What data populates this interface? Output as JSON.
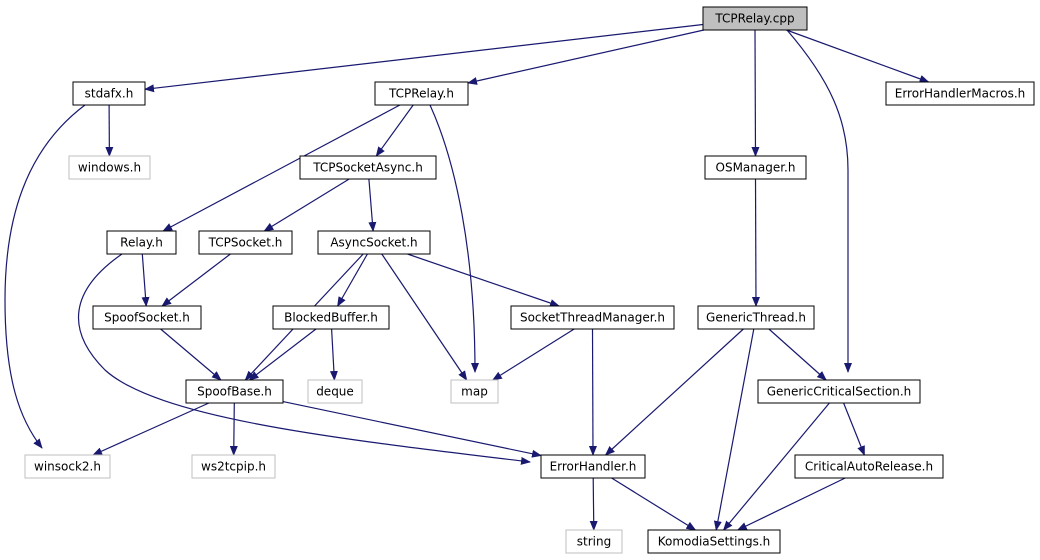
{
  "colors": {
    "edge": "#191970",
    "root_fill": "#bfbfbf",
    "node_border": "#000000",
    "external_border": "#bfbfbf",
    "external_text": "#000000"
  },
  "nodes": [
    {
      "id": "tcprelay_cpp",
      "label": "TCPRelay.cpp",
      "kind": "root"
    },
    {
      "id": "stdafx_h",
      "label": "stdafx.h",
      "kind": "file"
    },
    {
      "id": "tcprelay_h",
      "label": "TCPRelay.h",
      "kind": "file"
    },
    {
      "id": "errorhandlermacros_h",
      "label": "ErrorHandlerMacros.h",
      "kind": "file"
    },
    {
      "id": "windows_h",
      "label": "windows.h",
      "kind": "external"
    },
    {
      "id": "tcpsocketasync_h",
      "label": "TCPSocketAsync.h",
      "kind": "file"
    },
    {
      "id": "osmanager_h",
      "label": "OSManager.h",
      "kind": "file"
    },
    {
      "id": "relay_h",
      "label": "Relay.h",
      "kind": "file"
    },
    {
      "id": "tcpsocket_h",
      "label": "TCPSocket.h",
      "kind": "file"
    },
    {
      "id": "asyncsocket_h",
      "label": "AsyncSocket.h",
      "kind": "file"
    },
    {
      "id": "spoofsocket_h",
      "label": "SpoofSocket.h",
      "kind": "file"
    },
    {
      "id": "blockedbuffer_h",
      "label": "BlockedBuffer.h",
      "kind": "file"
    },
    {
      "id": "socketthreadmanager_h",
      "label": "SocketThreadManager.h",
      "kind": "file"
    },
    {
      "id": "genericthread_h",
      "label": "GenericThread.h",
      "kind": "file"
    },
    {
      "id": "spoofbase_h",
      "label": "SpoofBase.h",
      "kind": "file"
    },
    {
      "id": "deque",
      "label": "deque",
      "kind": "external"
    },
    {
      "id": "map",
      "label": "map",
      "kind": "external"
    },
    {
      "id": "genericcriticalsection_h",
      "label": "GenericCriticalSection.h",
      "kind": "file"
    },
    {
      "id": "winsock2_h",
      "label": "winsock2.h",
      "kind": "external"
    },
    {
      "id": "ws2tcpip_h",
      "label": "ws2tcpip.h",
      "kind": "external"
    },
    {
      "id": "errorhandler_h",
      "label": "ErrorHandler.h",
      "kind": "file"
    },
    {
      "id": "criticalautorelease_h",
      "label": "CriticalAutoRelease.h",
      "kind": "file"
    },
    {
      "id": "string",
      "label": "string",
      "kind": "external"
    },
    {
      "id": "komodiasettings_h",
      "label": "KomodiaSettings.h",
      "kind": "file"
    }
  ],
  "edges": [
    {
      "from": "tcprelay_cpp",
      "to": "stdafx_h"
    },
    {
      "from": "tcprelay_cpp",
      "to": "tcprelay_h"
    },
    {
      "from": "tcprelay_cpp",
      "to": "osmanager_h"
    },
    {
      "from": "tcprelay_cpp",
      "to": "genericcriticalsection_h"
    },
    {
      "from": "tcprelay_cpp",
      "to": "errorhandlermacros_h"
    },
    {
      "from": "stdafx_h",
      "to": "windows_h"
    },
    {
      "from": "stdafx_h",
      "to": "winsock2_h"
    },
    {
      "from": "tcprelay_h",
      "to": "relay_h"
    },
    {
      "from": "tcprelay_h",
      "to": "tcpsocketasync_h"
    },
    {
      "from": "tcprelay_h",
      "to": "map"
    },
    {
      "from": "tcpsocketasync_h",
      "to": "tcpsocket_h"
    },
    {
      "from": "tcpsocketasync_h",
      "to": "asyncsocket_h"
    },
    {
      "from": "relay_h",
      "to": "spoofsocket_h"
    },
    {
      "from": "relay_h",
      "to": "errorhandler_h"
    },
    {
      "from": "tcpsocket_h",
      "to": "spoofsocket_h"
    },
    {
      "from": "asyncsocket_h",
      "to": "spoofbase_h"
    },
    {
      "from": "asyncsocket_h",
      "to": "blockedbuffer_h"
    },
    {
      "from": "asyncsocket_h",
      "to": "map"
    },
    {
      "from": "asyncsocket_h",
      "to": "socketthreadmanager_h"
    },
    {
      "from": "spoofsocket_h",
      "to": "spoofbase_h"
    },
    {
      "from": "blockedbuffer_h",
      "to": "spoofbase_h"
    },
    {
      "from": "blockedbuffer_h",
      "to": "deque"
    },
    {
      "from": "socketthreadmanager_h",
      "to": "map"
    },
    {
      "from": "socketthreadmanager_h",
      "to": "errorhandler_h"
    },
    {
      "from": "osmanager_h",
      "to": "genericthread_h"
    },
    {
      "from": "genericthread_h",
      "to": "errorhandler_h"
    },
    {
      "from": "genericthread_h",
      "to": "genericcriticalsection_h"
    },
    {
      "from": "genericthread_h",
      "to": "komodiasettings_h"
    },
    {
      "from": "spoofbase_h",
      "to": "winsock2_h"
    },
    {
      "from": "spoofbase_h",
      "to": "ws2tcpip_h"
    },
    {
      "from": "spoofbase_h",
      "to": "errorhandler_h"
    },
    {
      "from": "genericcriticalsection_h",
      "to": "criticalautorelease_h"
    },
    {
      "from": "genericcriticalsection_h",
      "to": "komodiasettings_h"
    },
    {
      "from": "errorhandler_h",
      "to": "string"
    },
    {
      "from": "errorhandler_h",
      "to": "komodiasettings_h"
    },
    {
      "from": "criticalautorelease_h",
      "to": "komodiasettings_h"
    }
  ]
}
